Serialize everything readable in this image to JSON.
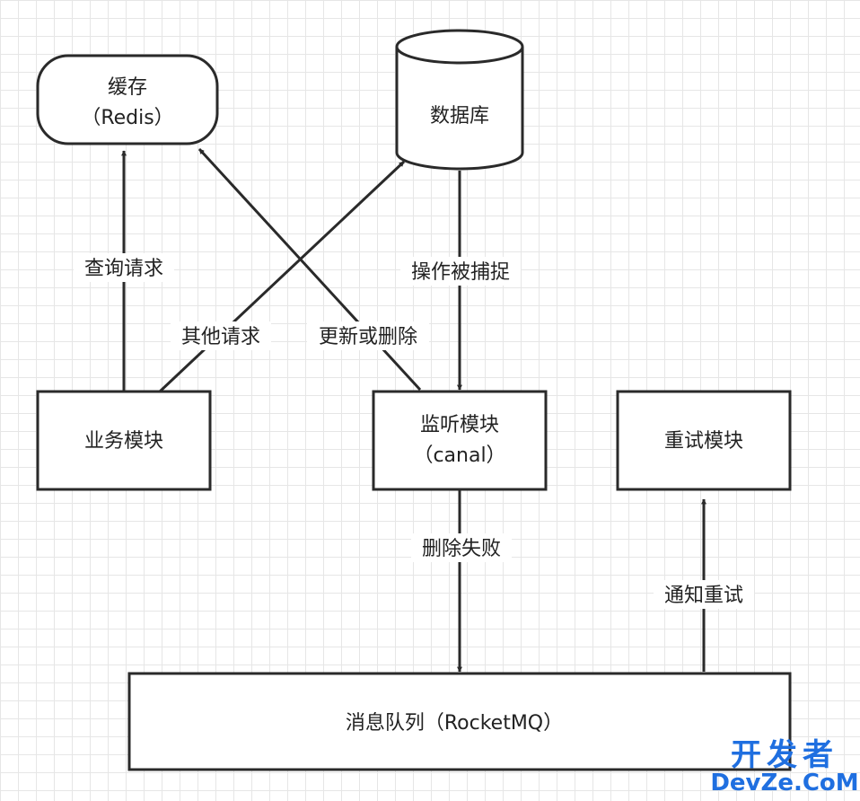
{
  "nodes": {
    "cache": {
      "line1": "缓存",
      "line2": "（Redis）"
    },
    "database": {
      "label": "数据库"
    },
    "business": {
      "label": "业务模块"
    },
    "listener": {
      "line1": "监听模块",
      "line2": "（canal）"
    },
    "retry": {
      "label": "重试模块"
    },
    "mq": {
      "label": "消息队列（RocketMQ）"
    }
  },
  "edges": {
    "query": "查询请求",
    "other": "其他请求",
    "update": "更新或删除",
    "capture": "操作被捕捉",
    "delete_fail": "删除失败",
    "notify_retry": "通知重试"
  },
  "watermark": {
    "cn": "开发者",
    "en": "DevZe.CoM"
  }
}
